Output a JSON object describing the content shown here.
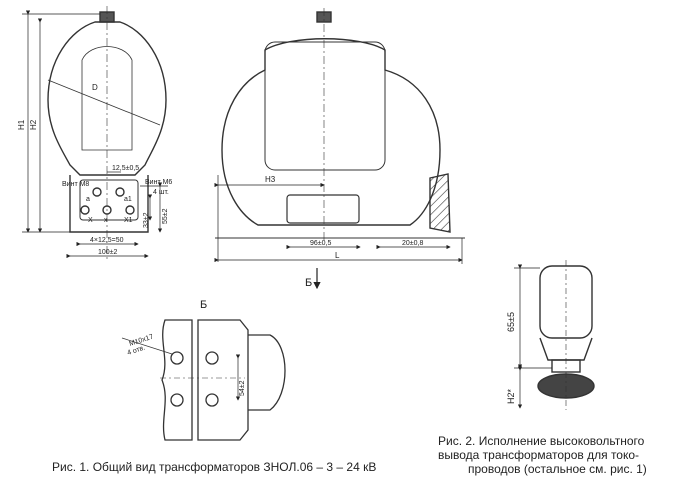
{
  "figure1": {
    "front": {
      "dim_h1": "H1",
      "dim_h2": "H2",
      "dim_d": "D",
      "dim_pitch": "12,5±0,5",
      "screw_m8": "Винт М8",
      "screw_m6": "Винт М6",
      "screw_count": "4 шт.",
      "term_a": "a",
      "term_x1": "X",
      "term_x2": "x",
      "term_x3": "X1",
      "term_a2": "a1",
      "dim_33": "33±2",
      "dim_55": "55±2",
      "dim_4x": "4×12,5=50",
      "dim_100": "100±2"
    },
    "side": {
      "dim_h3": "H3",
      "dim_96": "96±0,5",
      "dim_20": "20±0,8",
      "dim_l": "L",
      "view_marker": "Б"
    },
    "view_b": {
      "title": "Б",
      "holes_label_1": "М10х17",
      "holes_label_2": "4 отв.",
      "dim_54": "54±2"
    },
    "caption": "Рис. 1. Общий вид трансформаторов ЗНОЛ.06 – 3 – 24 кВ"
  },
  "figure2": {
    "dim_65": "65±5",
    "dim_h2star": "H2*",
    "caption_line1": "Рис. 2. Исполнение высоковольтного",
    "caption_line2": "вывода трансформаторов для токо-",
    "caption_line3": "проводов (остальное см. рис. 1)"
  }
}
